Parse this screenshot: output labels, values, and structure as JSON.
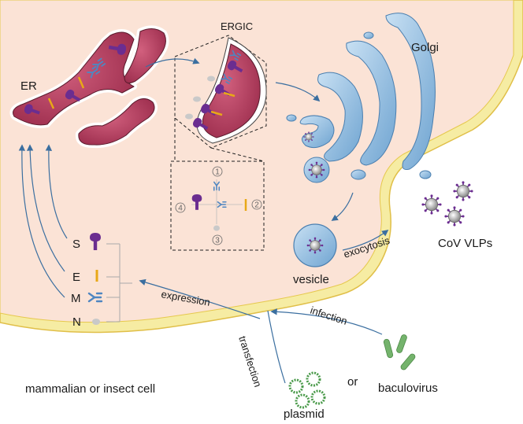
{
  "labels": {
    "er": "ER",
    "ergic": "ERGIC",
    "golgi": "Golgi",
    "vesicle": "vesicle",
    "exocytosis": "exocytosis",
    "cov_vlps": "CoV VLPs",
    "s": "S",
    "e": "E",
    "m": "M",
    "n": "N",
    "expression": "expression",
    "infection": "infection",
    "transfection": "transfection",
    "or": "or",
    "baculovirus": "baculovirus",
    "plasmid": "plasmid",
    "cell": "mammalian or insect cell",
    "n1": "1",
    "n2": "2",
    "n3": "3",
    "n4": "4"
  },
  "colors": {
    "cytoplasm": "#fbe3d6",
    "membrane": "#f6eca3",
    "membrane_edge": "#e6c84d",
    "er": "#b83a5e",
    "golgi": "#8ab8dc",
    "arrow": "#3b6fa0",
    "spike": "#6b2d90",
    "envelope": "#e8a817",
    "membrane_protein": "#4f86c1",
    "nucleocapsid": "#bdbdbd",
    "baculovirus": "#74b36c",
    "plasmid": "#4a9a4a"
  }
}
